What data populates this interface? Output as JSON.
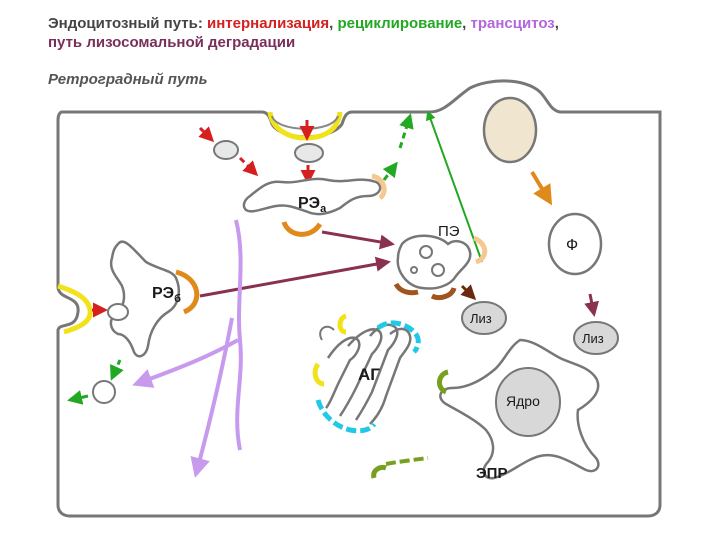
{
  "header": {
    "line1": {
      "prefix": "Эндоцитозный путь: ",
      "internalization": "интернализация",
      "sep1": ", ",
      "recycling": "рециклирование",
      "sep2": ", ",
      "transcytosis": "трансцитоз",
      "sep3": ","
    },
    "line2": {
      "lysosomal": "путь лизосомальной деградации"
    }
  },
  "subtitle": "Ретроградный путь",
  "labels": {
    "re_a_main": "РЭ",
    "re_a_sub": "а",
    "re_b_main": "РЭ",
    "re_b_sub": "б",
    "pe": "ПЭ",
    "f": "Ф",
    "liz1": "Лиз",
    "liz2": "Лиз",
    "ag": "АГ",
    "nucleus": "Ядро",
    "epr": "ЭПР"
  },
  "colors": {
    "internalization": "#d62020",
    "recycling": "#22a822",
    "transcytosis": "#b266e0",
    "lysosomal": "#7a2e5a",
    "retrograde": "#8a3050",
    "cell_outline": "#777777",
    "organelle_fill": "#e8e8e8",
    "yellow_coat": "#f2e21a",
    "orange_coat": "#e08a1c",
    "peach": "#f5c890",
    "brown": "#a0541e",
    "cyan": "#22c8e8",
    "olive": "#78a020",
    "phago_fill": "#f0e6d0"
  }
}
